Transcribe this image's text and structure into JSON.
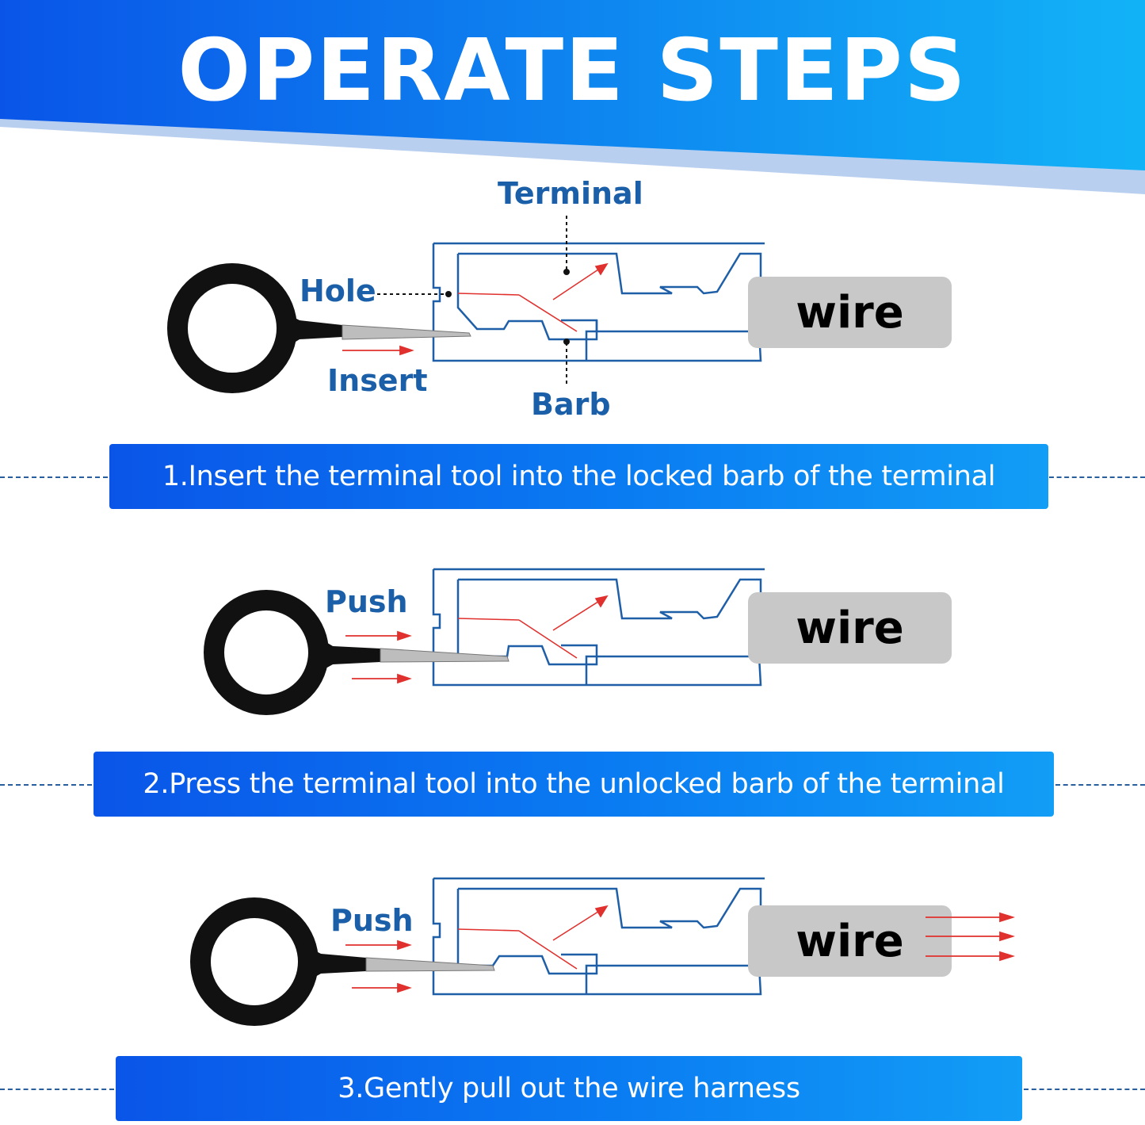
{
  "header": {
    "title": "OPERATE STEPS"
  },
  "wire_label": "wire",
  "steps": [
    {
      "labels": {
        "terminal": "Terminal",
        "hole": "Hole",
        "insert": "Insert",
        "barb": "Barb"
      },
      "text": "1.Insert the terminal tool into the locked barb of the terminal"
    },
    {
      "labels": {
        "push": "Push"
      },
      "text": "2.Press the terminal tool into the unlocked barb of the terminal"
    },
    {
      "labels": {
        "push": "Push"
      },
      "text": "3.Gently pull out the wire harness"
    }
  ],
  "colors": {
    "header_blue_dark": "#0a55e8",
    "header_blue_light": "#12b3f7",
    "label_blue": "#1a5fa8",
    "arrow_red": "#e0312e",
    "terminal_outline": "#1f5fa8",
    "tool_black": "#111111",
    "wire_gray": "#c8c8c8"
  }
}
